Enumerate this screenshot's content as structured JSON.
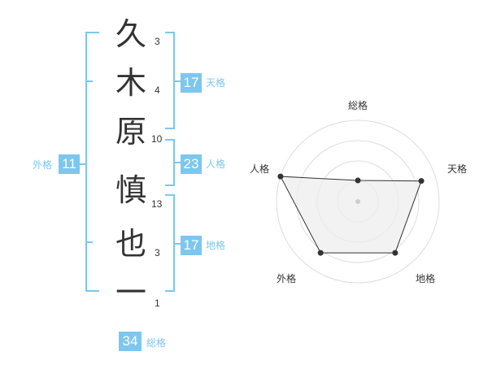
{
  "name_chars": [
    {
      "char": "久",
      "strokes": "3"
    },
    {
      "char": "木",
      "strokes": "4"
    },
    {
      "char": "原",
      "strokes": "10"
    },
    {
      "char": "慎",
      "strokes": "13"
    },
    {
      "char": "也",
      "strokes": "3"
    },
    {
      "char": "一",
      "strokes": "1"
    }
  ],
  "kaku": {
    "tenkaku": {
      "value": "17",
      "label": "天格"
    },
    "jinkaku": {
      "value": "23",
      "label": "人格"
    },
    "chikaku": {
      "value": "17",
      "label": "地格"
    },
    "gaikaku": {
      "value": "11",
      "label": "外格"
    },
    "soukaku": {
      "value": "34",
      "label": "総格"
    }
  },
  "radar": {
    "axes": [
      "総格",
      "天格",
      "地格",
      "外格",
      "人格"
    ],
    "rings": 4,
    "values": [
      0.26,
      0.82,
      0.78,
      0.78,
      1.0
    ]
  },
  "colors": {
    "accent": "#7cc7ef",
    "text": "#333333",
    "ring": "#dddddd",
    "polygon_fill": "#eeeeee",
    "polygon_stroke": "#333333"
  }
}
